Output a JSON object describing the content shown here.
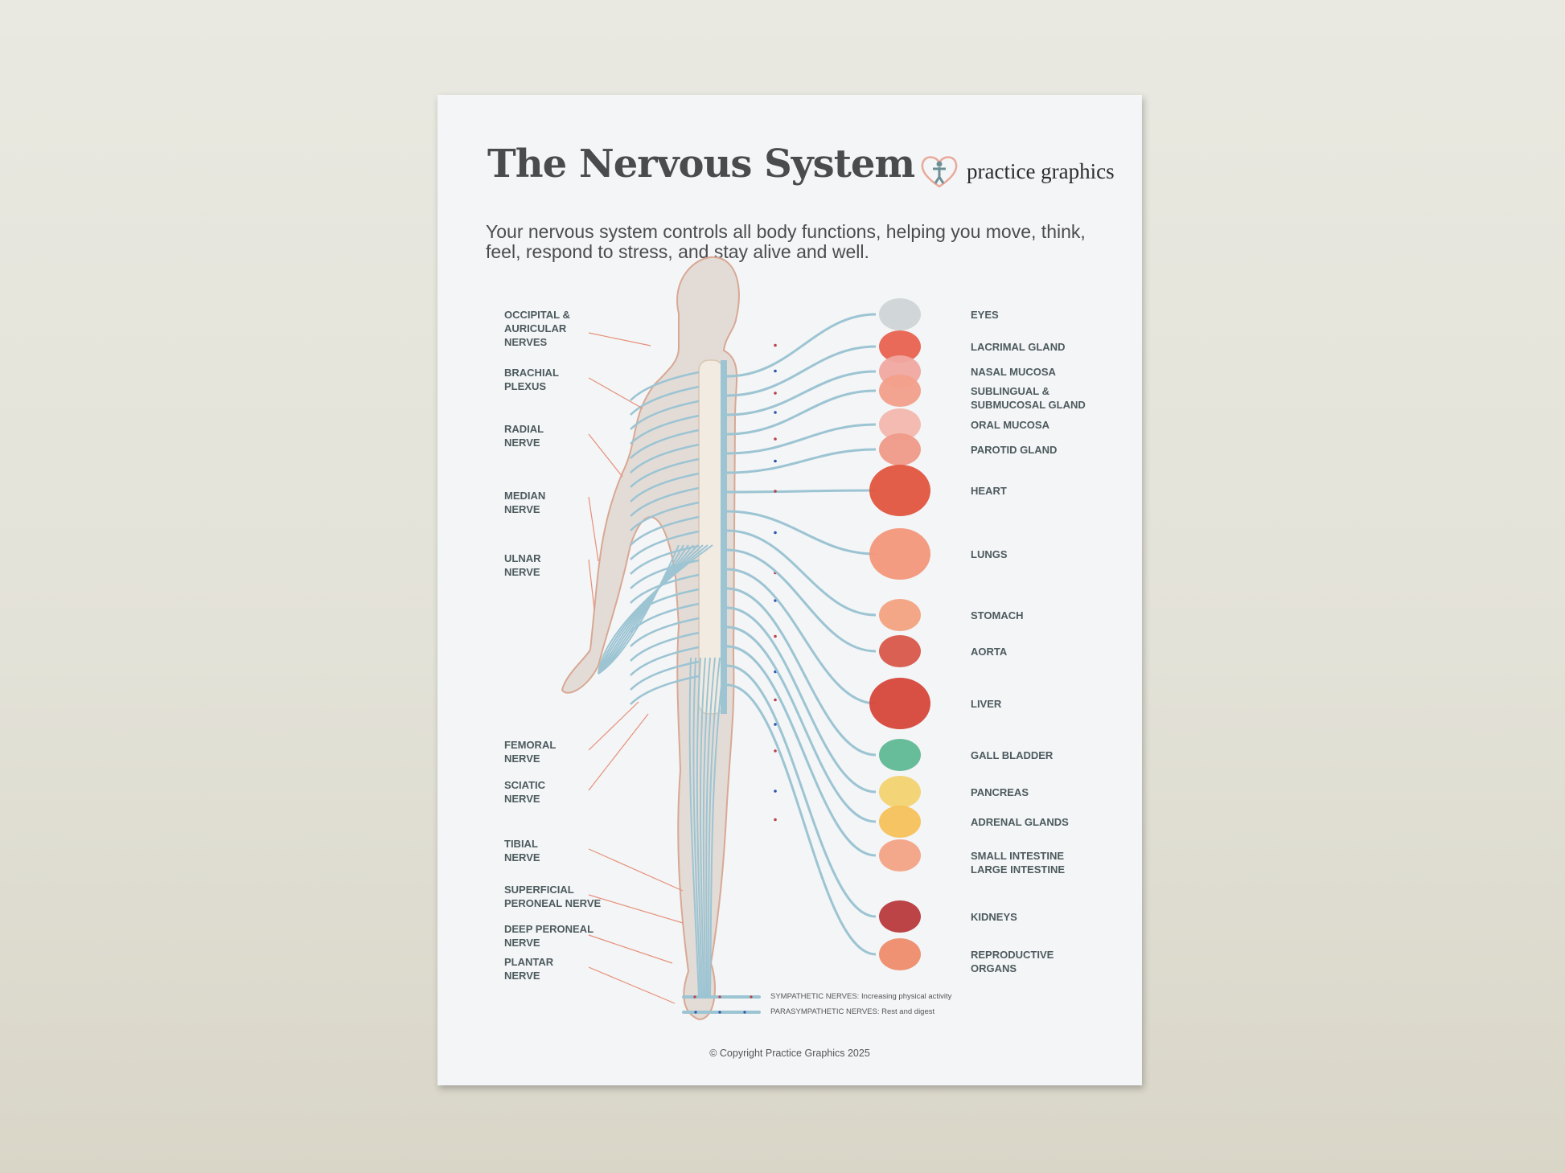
{
  "poster": {
    "title": "The Nervous System",
    "brand": "practice graphics",
    "subtitle": "Your nervous system controls all body functions, helping you move, think, feel, respond to stress, and stay alive and well.",
    "left_labels": [
      "OCCIPITAL &\nAURICULAR\nNERVES",
      "BRACHIAL\nPLEXUS",
      "RADIAL\nNERVE",
      "MEDIAN\nNERVE",
      "ULNAR\nNERVE",
      "FEMORAL\nNERVE",
      "SCIATIC\nNERVE",
      "TIBIAL\nNERVE",
      "SUPERFICIAL\nPERONEAL NERVE",
      "DEEP PERONEAL\nNERVE",
      "PLANTAR\nNERVE"
    ],
    "right_labels": [
      "EYES",
      "LACRIMAL GLAND",
      "NASAL MUCOSA",
      "SUBLINGUAL &\nSUBMUCOSAL GLAND",
      "ORAL MUCOSA",
      "PAROTID GLAND",
      "HEART",
      "LUNGS",
      "STOMACH",
      "AORTA",
      "LIVER",
      "GALL BLADDER",
      "PANCREAS",
      "ADRENAL GLANDS",
      "SMALL INTESTINE\nLARGE INTESTINE",
      "KIDNEYS",
      "REPRODUCTIVE\nORGANS"
    ],
    "legend": [
      {
        "label": "SYMPATHETIC NERVES:  Increasing physical activity",
        "dot": "#b8424a"
      },
      {
        "label": "PARASYMPATHETIC NERVES:  Rest and digest",
        "dot": "#2e55b0"
      }
    ],
    "copyright": "© Copyright Practice Graphics 2025"
  },
  "colors": {
    "nerve": "#9cc4d3",
    "body": "#e3dcd6",
    "outline": "#d8a894",
    "leader": "#e8907a",
    "organ": "#ec8a6e"
  }
}
